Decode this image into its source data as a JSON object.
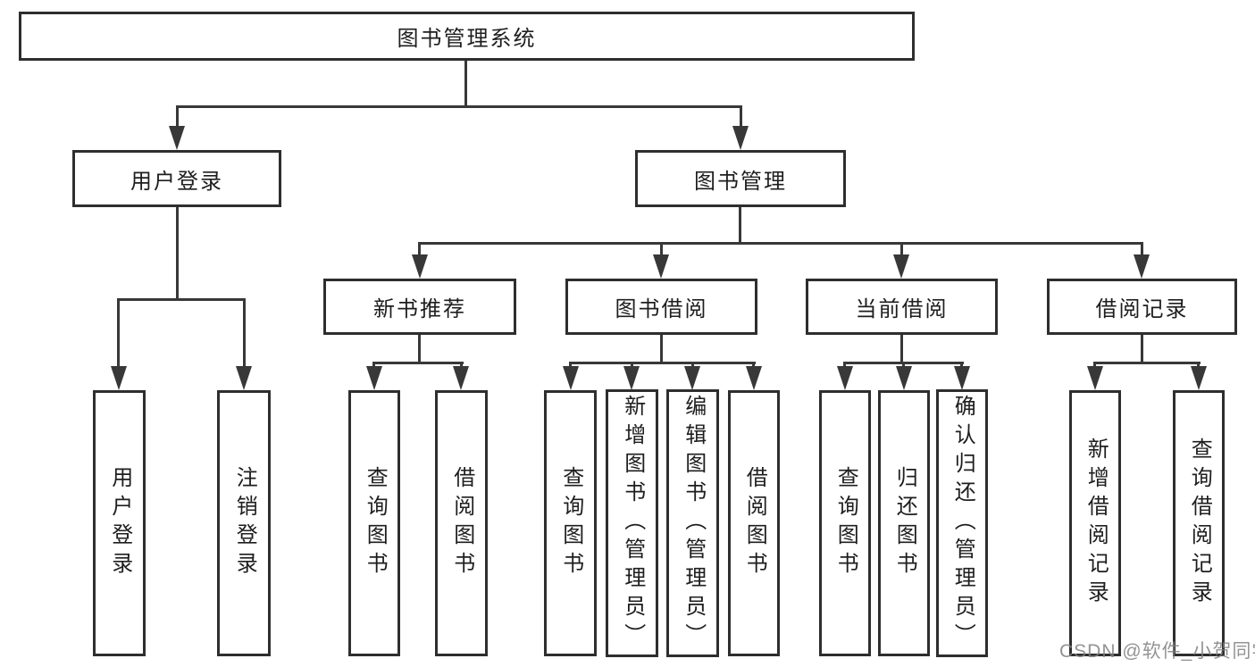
{
  "diagram_title": "图书管理系统",
  "watermark": "CSDN @软件_小贺同学",
  "nodes": {
    "root": {
      "label": "图书管理系统"
    },
    "user_login": {
      "label": "用户登录"
    },
    "book_mgmt": {
      "label": "图书管理"
    },
    "new_book_rec": {
      "label": "新书推荐"
    },
    "book_borrow": {
      "label": "图书借阅"
    },
    "current_borrow": {
      "label": "当前借阅"
    },
    "borrow_records": {
      "label": "借阅记录"
    },
    "leaf_user_login": {
      "label": "用户登录"
    },
    "leaf_logout": {
      "label": "注销登录"
    },
    "leaf_query_book_rec": {
      "label": "查询图书"
    },
    "leaf_borrow_book_rec": {
      "label": "借阅图书"
    },
    "leaf_query_book_bb": {
      "label": "查询图书"
    },
    "leaf_add_book_admin": {
      "label": "新增图书（管理员）"
    },
    "leaf_edit_book_admin": {
      "label": "编辑图书（管理员）"
    },
    "leaf_borrow_book_bb": {
      "label": "借阅图书"
    },
    "leaf_query_book_cb": {
      "label": "查询图书"
    },
    "leaf_return_book": {
      "label": "归还图书"
    },
    "leaf_confirm_return_admin": {
      "label": "确认归还（管理员）"
    },
    "leaf_add_borrow_record": {
      "label": "新增借阅记录"
    },
    "leaf_query_borrow_record": {
      "label": "查询借阅记录"
    }
  },
  "hierarchy": {
    "root": [
      "user_login",
      "book_mgmt"
    ],
    "user_login": [
      "leaf_user_login",
      "leaf_logout"
    ],
    "book_mgmt": [
      "new_book_rec",
      "book_borrow",
      "current_borrow",
      "borrow_records"
    ],
    "new_book_rec": [
      "leaf_query_book_rec",
      "leaf_borrow_book_rec"
    ],
    "book_borrow": [
      "leaf_query_book_bb",
      "leaf_add_book_admin",
      "leaf_edit_book_admin",
      "leaf_borrow_book_bb"
    ],
    "current_borrow": [
      "leaf_query_book_cb",
      "leaf_return_book",
      "leaf_confirm_return_admin"
    ],
    "borrow_records": [
      "leaf_add_borrow_record",
      "leaf_query_borrow_record"
    ]
  }
}
